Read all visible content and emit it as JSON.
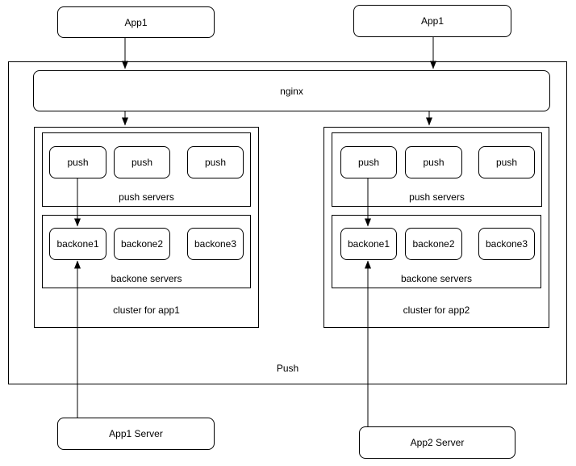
{
  "canvas": {
    "background": "#ffffff",
    "stroke": "#000000",
    "text_color": "#000000"
  },
  "apps": {
    "left": {
      "label": "App1"
    },
    "right": {
      "label": "App1"
    }
  },
  "push_system": {
    "label": "Push",
    "nginx_label": "nginx",
    "clusters": [
      {
        "label": "cluster for app1",
        "push_group": {
          "label": "push servers",
          "nodes": [
            "push",
            "push",
            "push"
          ]
        },
        "backone_group": {
          "label": "backone servers",
          "nodes": [
            "backone1",
            "backone2",
            "backone3"
          ]
        }
      },
      {
        "label": "cluster for app2",
        "push_group": {
          "label": "push servers",
          "nodes": [
            "push",
            "push",
            "push"
          ]
        },
        "backone_group": {
          "label": "backone servers",
          "nodes": [
            "backone1",
            "backone2",
            "backone3"
          ]
        }
      }
    ]
  },
  "servers": {
    "left": {
      "label": "App1 Server"
    },
    "right": {
      "label": "App2 Server"
    }
  }
}
